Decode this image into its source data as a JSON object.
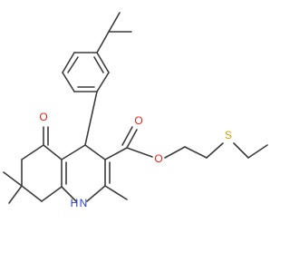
{
  "atoms": {
    "O_ketone": "O",
    "O_ester_carbonyl": "O",
    "O_ester": "O",
    "S_thioether": "S",
    "N_amine": "N",
    "H_amine": "H"
  },
  "colors": {
    "bond": "#3c3c3c",
    "oxygen": "#e8231b",
    "sulfur": "#c9a400",
    "nitrogen": "#2b3fd1"
  }
}
